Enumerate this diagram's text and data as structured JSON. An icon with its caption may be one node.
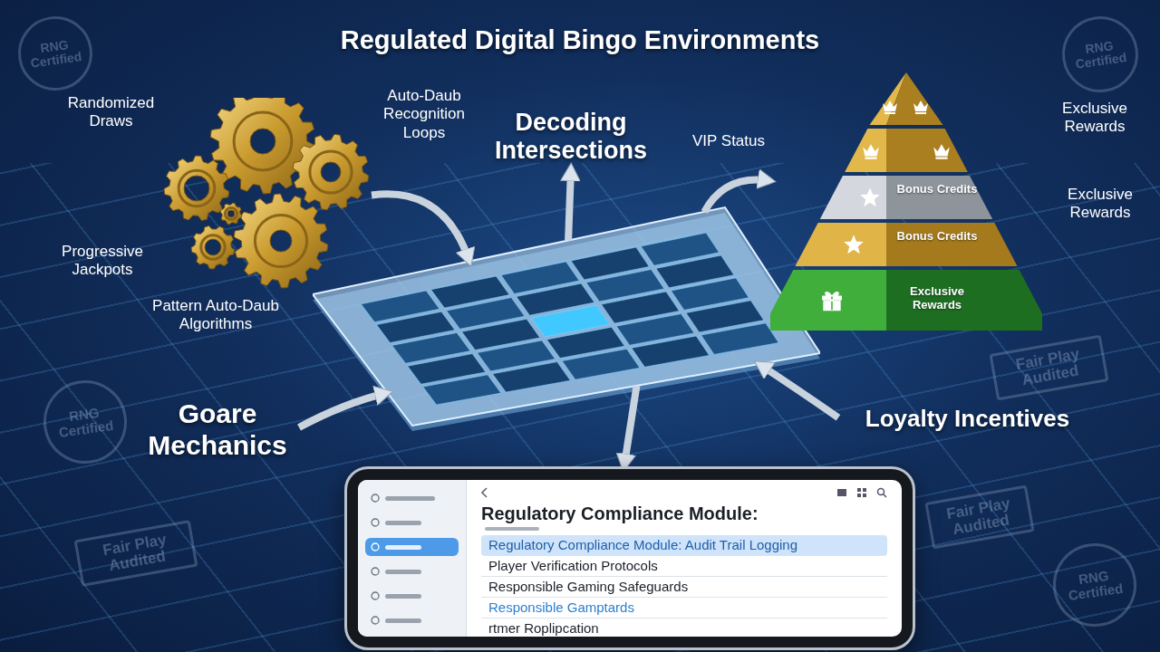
{
  "diagram": {
    "title": "Regulated Digital Bingo Environments",
    "nodes": [
      {
        "text": [],
        "shape": "picture",
        "beside": [
          "Randomized Draws",
          "Auto-Daub Recognition Loops",
          "Progressive Jackpots",
          "Pattern Auto-Daub Algorithms"
        ]
      },
      {
        "text": [],
        "shape": "picture"
      },
      {
        "text": [
          "Decoding Intersections"
        ]
      },
      {
        "text": [
          "Bonus Credits",
          "Bonus Credits",
          "Exclusive Rewards"
        ],
        "beside": [
          "VIP Status",
          "Exclusive Rewards",
          "Exclusive Rewards"
        ]
      },
      {
        "text": [
          "Goare Mechanics"
        ]
      },
      {
        "text": [
          "Loyalty Incentives"
        ]
      },
      {
        "text": [
          "Regulatory Compliance Module:",
          "Regulatory Compliance Module: Audit Trail Logging",
          "Player Verification Protocols",
          "Responsible Gaming Safeguards",
          "Responsible Gamptards",
          "rtmer Roplipcation"
        ]
      }
    ],
    "edges": [
      {
        "from": 0,
        "to": 1,
        "arrow": "to"
      },
      {
        "from": 1,
        "to": 2,
        "arrow": "to"
      },
      {
        "from": 1,
        "to": 3,
        "arrow": "to"
      },
      {
        "from": 4,
        "to": 1,
        "arrow": "to"
      },
      {
        "from": 5,
        "to": 1,
        "arrow": "to"
      },
      {
        "from": 1,
        "to": 6,
        "arrow": "to"
      }
    ],
    "labels": [
      "RNG Certified",
      "RNG Certified",
      "Fair Play Audited",
      "RNG Certified",
      "Fair Play Audited",
      "Fair Play Audited",
      "RNG Certified"
    ]
  }
}
